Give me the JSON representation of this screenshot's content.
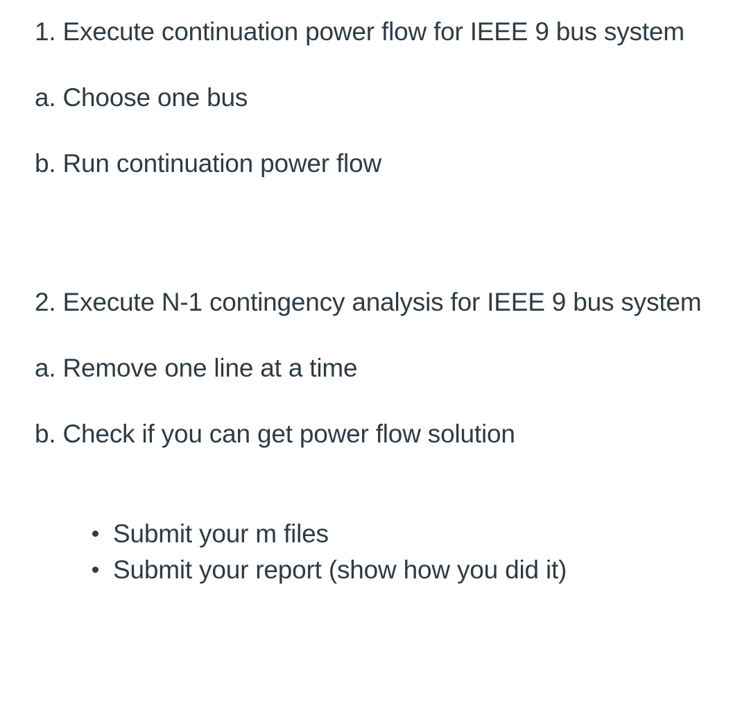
{
  "document": {
    "background_color": "#ffffff",
    "text_color": "#2d3b45",
    "sections": [
      {
        "heading": "1. Execute continuation power flow for IEEE 9 bus system",
        "items": [
          "a. Choose one bus",
          "b. Run continuation power flow"
        ]
      },
      {
        "heading": "2. Execute N-1 contingency analysis for IEEE 9 bus system",
        "items": [
          "a. Remove one line at a time",
          "b. Check if you can get power flow solution"
        ]
      }
    ],
    "submission_bullets": [
      "Submit your m files",
      "Submit your report (show how you did it)"
    ]
  }
}
